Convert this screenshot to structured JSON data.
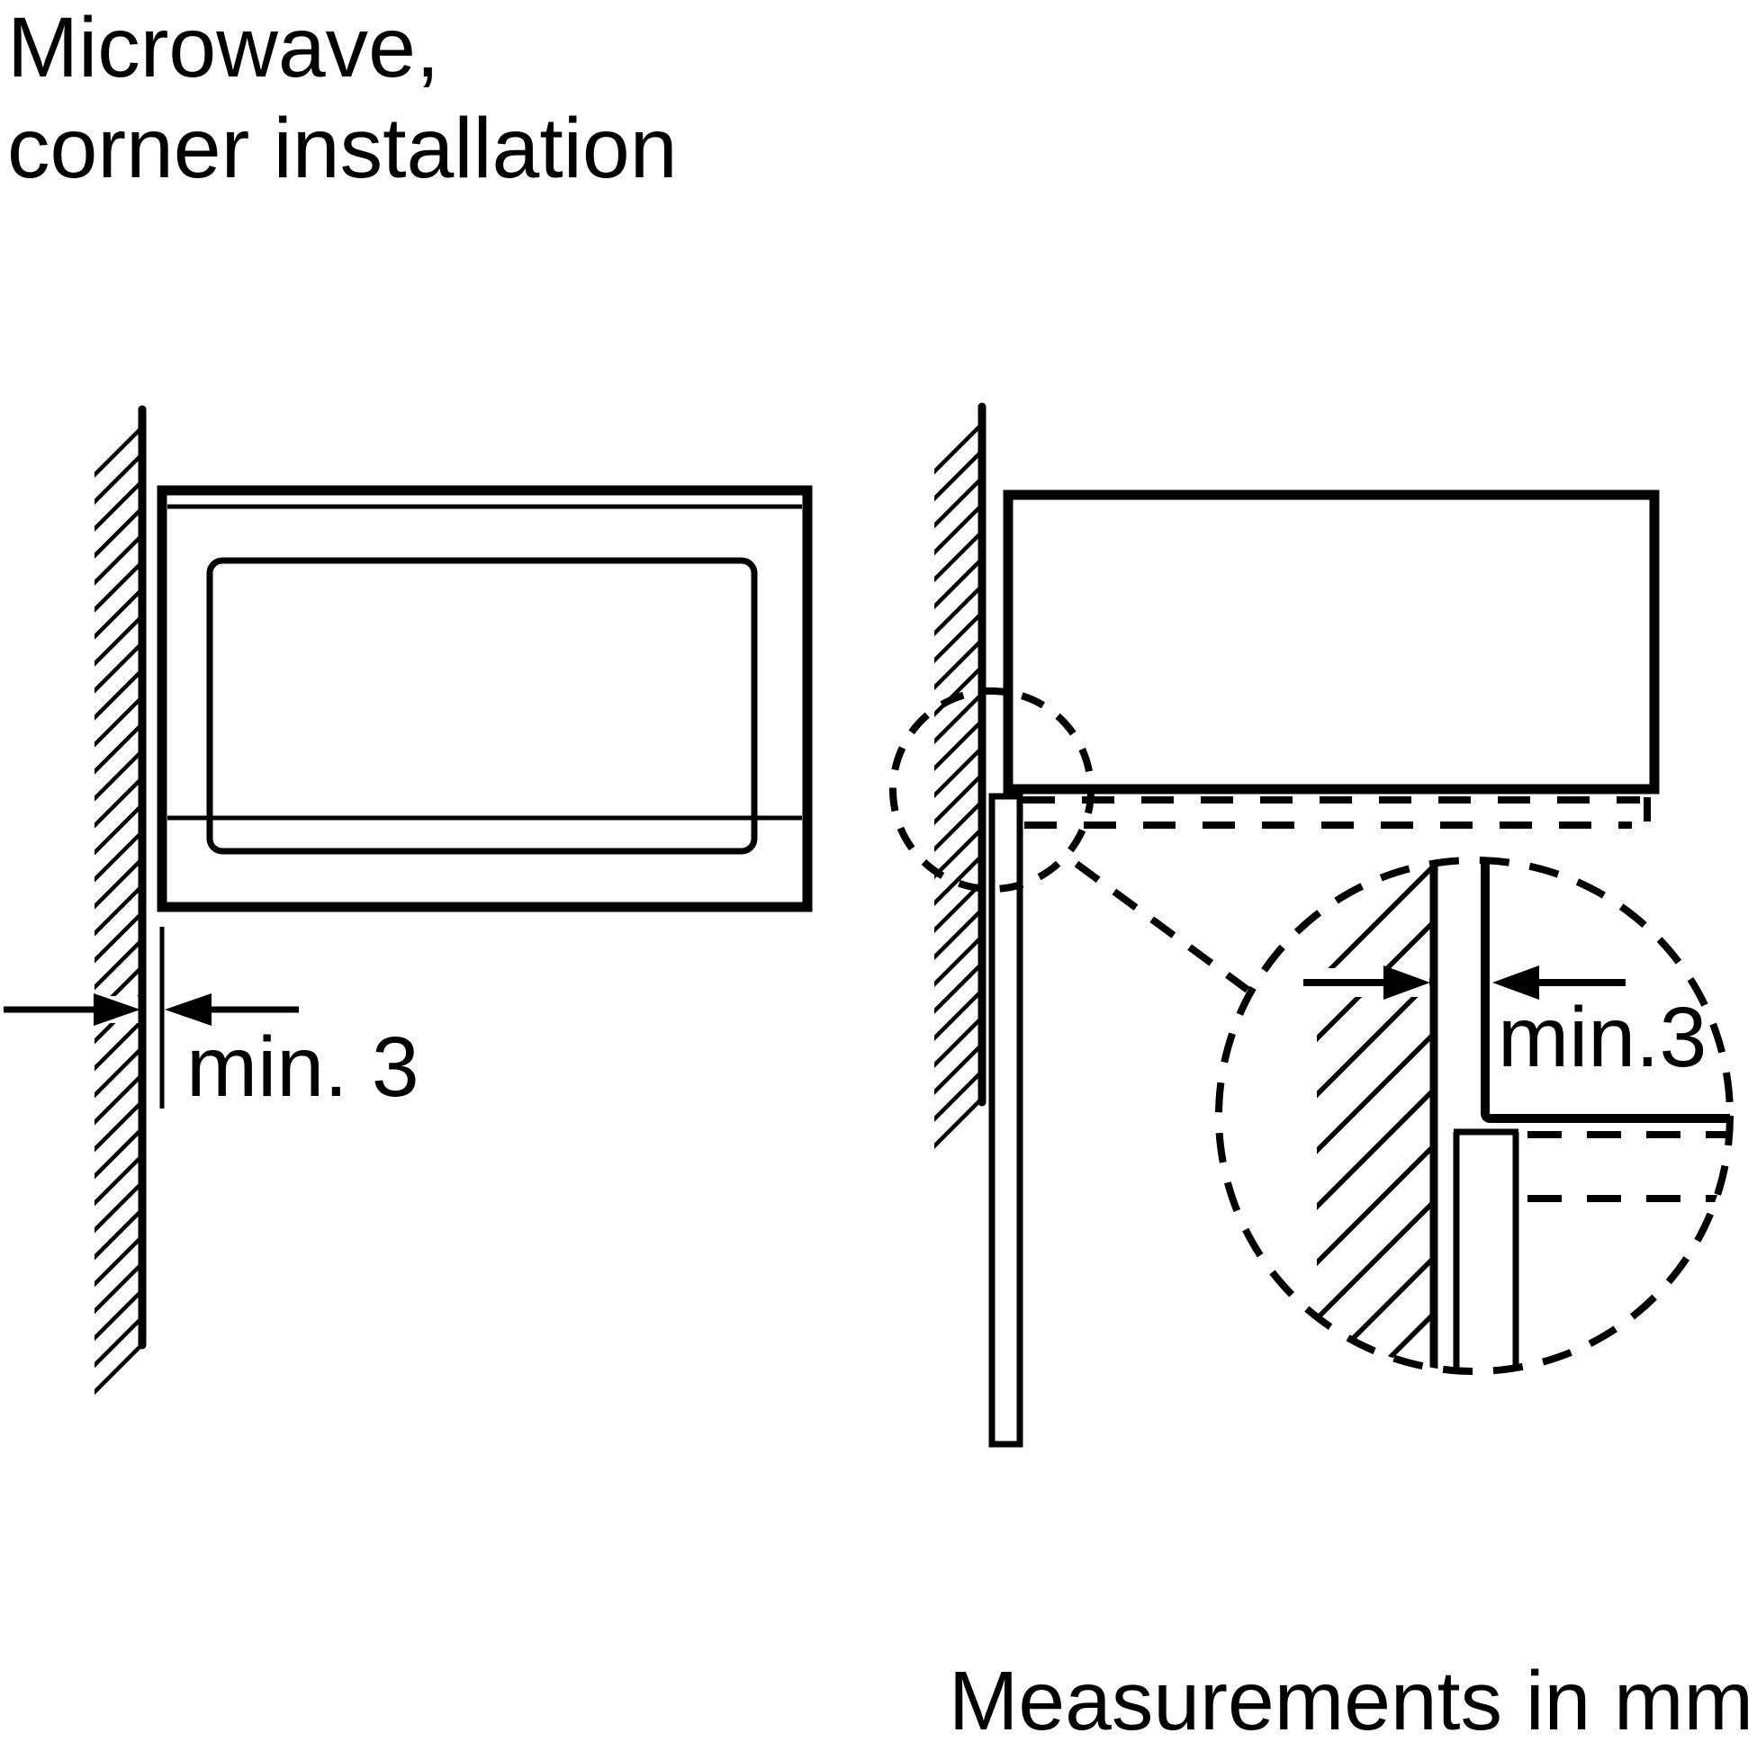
{
  "title": {
    "line1": "Microwave,",
    "line2": "corner installation"
  },
  "labels": {
    "front_gap": "min. 3",
    "detail_gap": "min.3"
  },
  "footer": {
    "note": "Measurements in mm"
  },
  "colors": {
    "ink": "#000000",
    "background": "#ffffff"
  }
}
